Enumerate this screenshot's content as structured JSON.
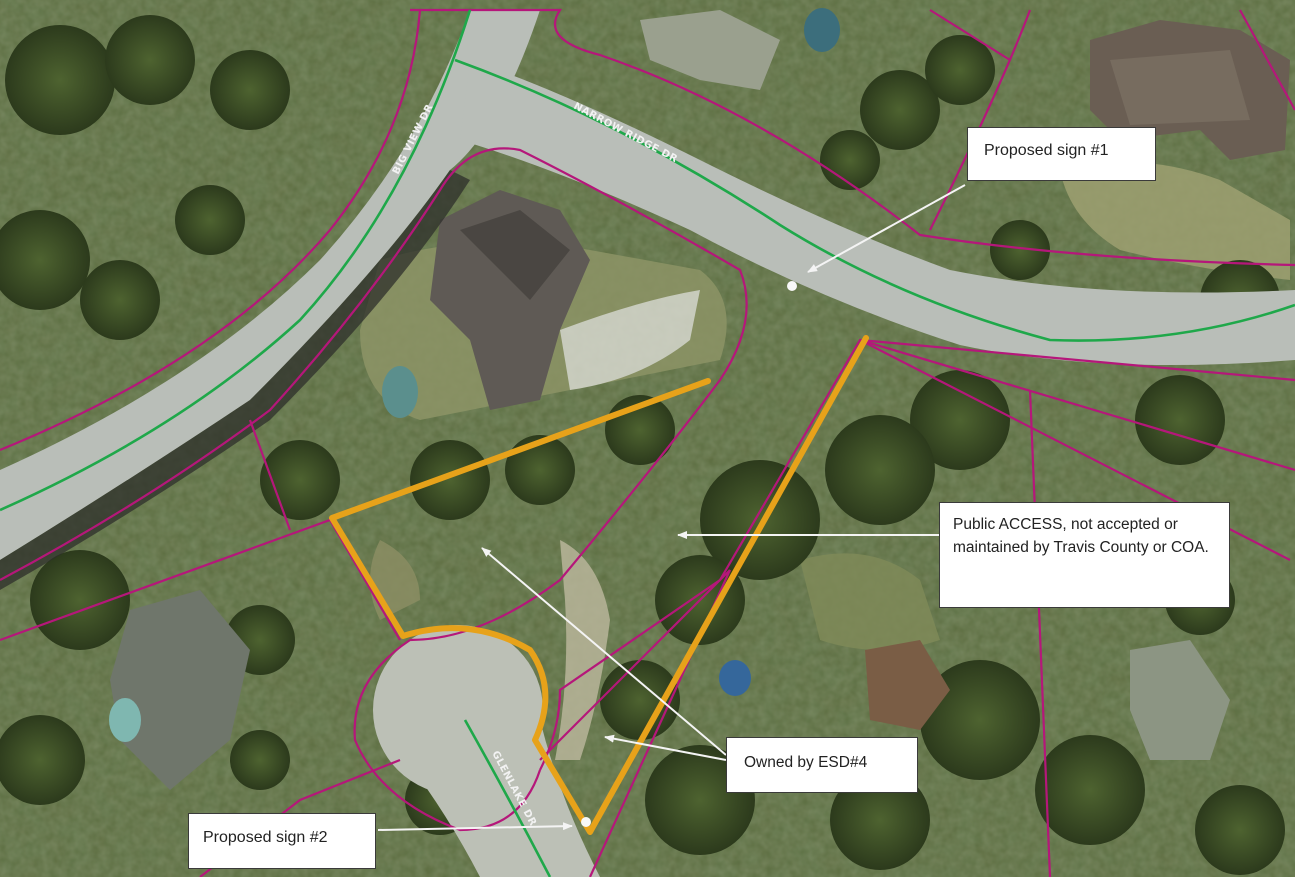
{
  "map": {
    "colors": {
      "parcel_line": "#b5177a",
      "row_line": "#1fa84a",
      "highlight": "#e7a21a",
      "road": "#b9beb8",
      "vegetation": "#5d6a3e"
    },
    "roads": [
      {
        "id": "big-view",
        "label": "BIG VIEW DR"
      },
      {
        "id": "narrow-ridge",
        "label": "NARROW RIDGE DR"
      },
      {
        "id": "glenlake",
        "label": "GLENLAKE DR"
      }
    ],
    "callouts": {
      "sign1": "Proposed sign #1",
      "sign2": "Proposed sign #2",
      "public_access": "Public ACCESS, not accepted or maintained by Travis County or COA.",
      "owned": "Owned by ESD#4"
    }
  }
}
